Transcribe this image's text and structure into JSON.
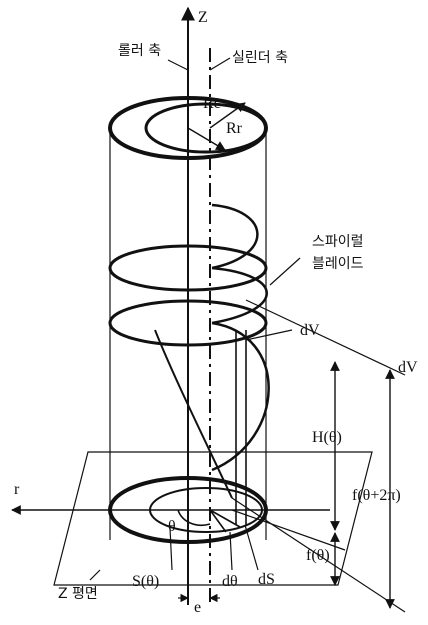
{
  "labels": {
    "z_axis": "Z",
    "roller_axis": "롤러 축",
    "cylinder_axis": "실린더 축",
    "rc": "Rc",
    "rr": "Rr",
    "spiral_blade_line1": "스파이럴",
    "spiral_blade_line2": "블레이드",
    "dv_upper": "dV",
    "dv_right": "dV",
    "h_theta": "H(θ)",
    "f_theta_2pi": "f(θ+2π)",
    "f_theta": "f(θ)",
    "r_axis": "r",
    "theta": "θ",
    "z_plane": "Z 평면",
    "s_theta": "S(θ)",
    "d_theta": "dθ",
    "ds": "dS",
    "e": "e"
  }
}
